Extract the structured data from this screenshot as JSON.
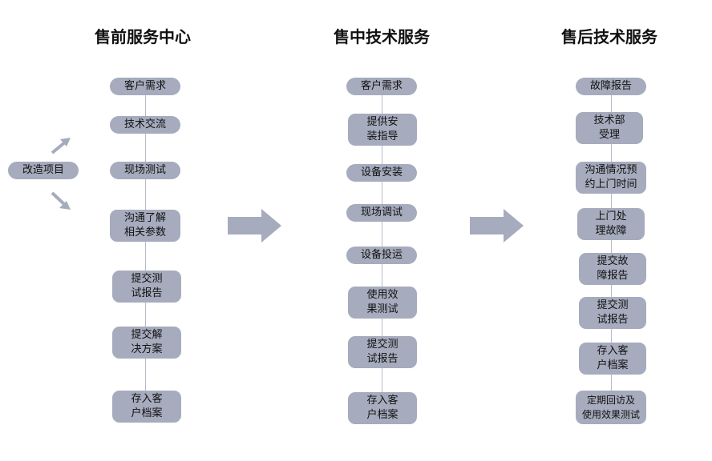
{
  "columns": [
    {
      "title": "售前服务中心",
      "steps": [
        "客户需求",
        "技术交流",
        "现场测试",
        "沟通了解\n相关参数",
        "提交测\n试报告",
        "提交解\n决方案",
        "存入客\n户档案"
      ]
    },
    {
      "title": "售中技术服务",
      "steps": [
        "客户需求",
        "提供安\n装指导",
        "设备安装",
        "现场调试",
        "设备投运",
        "使用效\n果测试",
        "提交测\n试报告",
        "存入客\n户档案"
      ]
    },
    {
      "title": "售后技术服务",
      "steps": [
        "故障报告",
        "技术部\n受理",
        "沟通情况预\n约上门时间",
        "上门处\n理故障",
        "提交故\n障报告",
        "提交测\n试报告",
        "存入客\n户档案",
        "定期回访及\n使用效果测试"
      ]
    }
  ],
  "side_node": "改造项目",
  "colors": {
    "node_fill": "#a6abbd",
    "arrow_fill": "#a6abbd",
    "line": "#b8bcc6"
  }
}
